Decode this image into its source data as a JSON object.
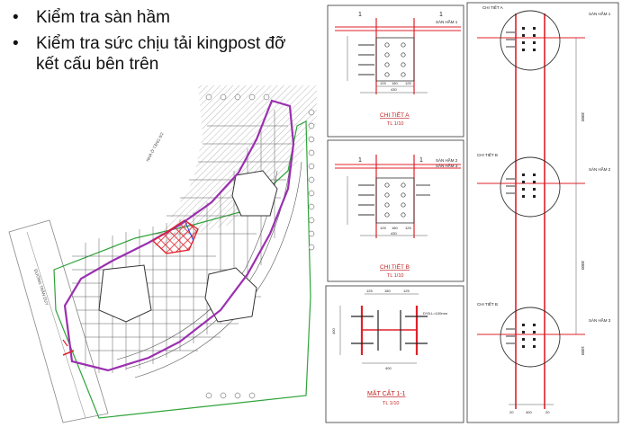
{
  "slide": {
    "bullets": [
      {
        "marker": "•",
        "text": "Kiểm tra sàn hầm"
      },
      {
        "marker": "•",
        "text": "Kiểm tra sức chịu tải kingpost đỡ kết cấu bên trên"
      }
    ]
  },
  "detail_a": {
    "title": "CHI TIẾT A",
    "scale": "TL 1/10",
    "section_marks": [
      "1",
      "1"
    ],
    "level": "SÀN HẦM 1",
    "dims": [
      "125",
      "180",
      "125",
      "430"
    ]
  },
  "detail_b": {
    "title": "CHI TIẾT B",
    "scale": "TL 1/10",
    "section_marks": [
      "1",
      "1"
    ],
    "levels": [
      "SÀN HẦM 2",
      "SÀN HẦM 3"
    ],
    "dims": [
      "125",
      "180",
      "125",
      "430"
    ]
  },
  "section_11": {
    "title": "MẶT CẮT 1-1",
    "scale": "TL 1/10",
    "dims_top": [
      "125",
      "180",
      "125"
    ],
    "dim_bottom": "400",
    "dim_side": "400",
    "note": "DY8-L=100mm"
  },
  "elevation": {
    "callouts": [
      "CHI TIẾT A",
      "CHI TIẾT B",
      "CHI TIẾT B"
    ],
    "levels": [
      "SÀN HẦM 1",
      "SÀN HẦM 2",
      "SÀN HẦM 3"
    ],
    "dims": [
      "3000",
      "3000",
      "1000"
    ],
    "bottom_dims": [
      "20",
      "400",
      "20"
    ]
  },
  "plan": {
    "road_label": "ĐƯỜNG TRẦN DUY",
    "street_label": "NHÀ Ở TẦNG 6/2"
  },
  "colors": {
    "outline": "#9b30b0",
    "hatch": "#e0202a",
    "green": "#2fa43a",
    "grid": "#555555"
  }
}
